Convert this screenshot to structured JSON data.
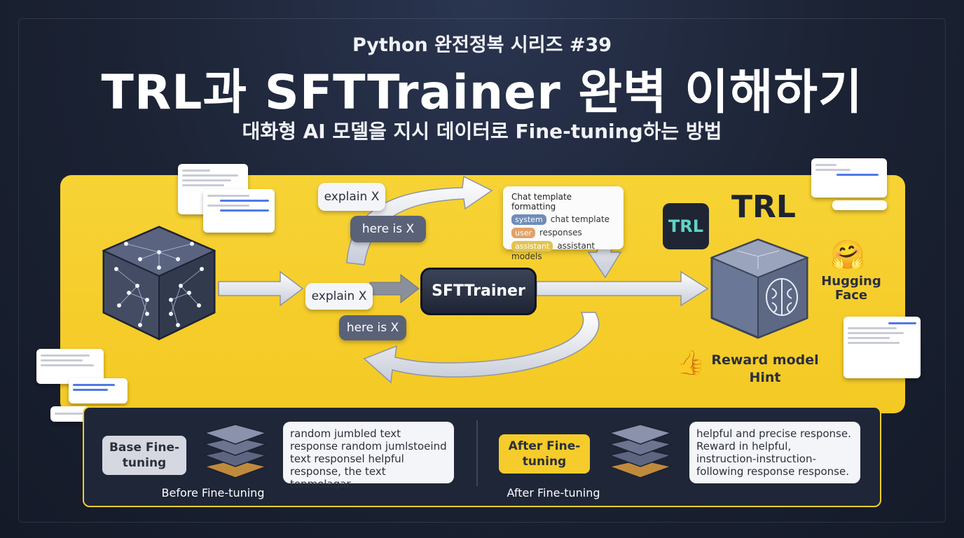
{
  "header": {
    "series": "Python 완전정복 시리즈 #39",
    "title": "TRL과 SFTTrainer 완벽 이해하기",
    "subtitle": "대화형 AI 모델을 지시 데이터로 Fine-tuning하는 방법"
  },
  "flow": {
    "prompt_top": "explain X",
    "answer_top": "here is X",
    "prompt_mid": "explain X",
    "answer_bottom": "here is X",
    "trainer_label": "SFTTrainer"
  },
  "template_box": {
    "title": "Chat template formatting",
    "rows": [
      {
        "tag": "system",
        "text": "chat template"
      },
      {
        "tag": "user",
        "text": "responses"
      },
      {
        "tag": "assistant",
        "text": "assistant models"
      }
    ]
  },
  "trl": {
    "logo_text": "TRL",
    "heading": "TRL"
  },
  "hugging_face": {
    "emoji": "🤗",
    "label": "Hugging Face"
  },
  "reward": {
    "emoji": "👍",
    "label": "Reward model Hint"
  },
  "before": {
    "badge": "Base Fine-tuning",
    "response": "random jumbled text response random jumlstoeind text responsel helpful response, the text tonmolagar.",
    "caption": "Before Fine-tuning"
  },
  "after": {
    "badge": "After Fine-tuning",
    "response": "helpful and precise response. Reward in helpful, instruction-instruction-following response response.",
    "caption": "After Fine-tuning"
  },
  "colors": {
    "accent_yellow": "#f5cc2b",
    "background": "#1b2233",
    "panel_dark": "#1e2638",
    "chat_blue": "#4f79e8"
  }
}
